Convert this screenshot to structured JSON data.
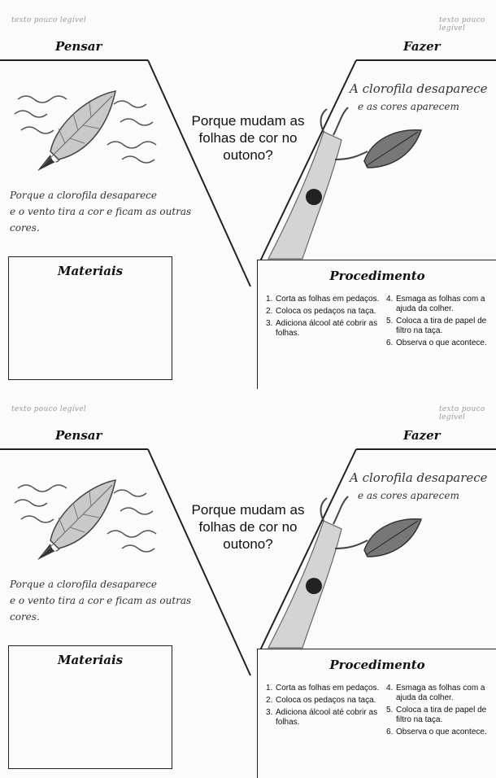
{
  "page": {
    "header_note_left": "texto pouco legível",
    "header_note_right": "texto pouco legível",
    "think_title": "Pensar",
    "do_title": "Fazer",
    "question": "Porque mudam as folhas de cor no outono?",
    "think_answer_lines": [
      "Porque a clorofila desaparece",
      "e o vento tira a cor e ficam as outras",
      "cores."
    ],
    "do_note_lines": [
      "A clorofila desaparece",
      "e as cores aparecem"
    ],
    "materials_title": "Materiais",
    "procedure_title": "Procedimento",
    "steps_left": [
      {
        "num": "1.",
        "text": "Corta as folhas em pedaços."
      },
      {
        "num": "2.",
        "text": "Coloca os pedaços na taça."
      },
      {
        "num": "3.",
        "text": "Adiciona álcool até cobrir as folhas."
      }
    ],
    "steps_right": [
      {
        "num": "4.",
        "text": "Esmaga as folhas com a ajuda da colher."
      },
      {
        "num": "5.",
        "text": "Coloca a tira de papel de filtro na taça."
      },
      {
        "num": "6.",
        "text": "Observa o que acontece."
      }
    ]
  }
}
